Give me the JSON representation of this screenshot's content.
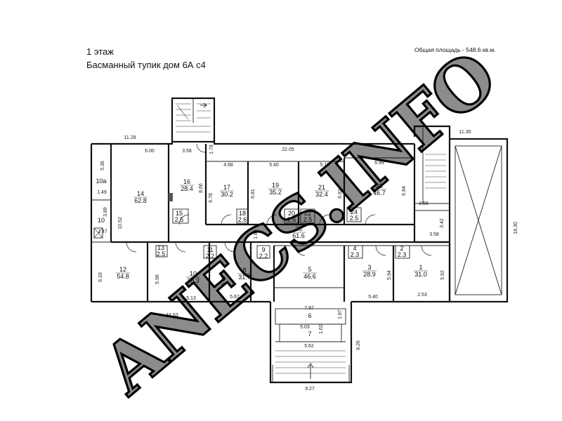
{
  "header": {
    "floor": "1 этаж",
    "address": "Басманный тупик дом 6А с4",
    "total_area": "Общая площадь - 548.6 кв.м."
  },
  "rooms": [
    {
      "id": "r14",
      "no": "14",
      "area": "62.8"
    },
    {
      "id": "r16",
      "no": "16",
      "area": "28.4"
    },
    {
      "id": "r15",
      "no": "15",
      "area": "2.5"
    },
    {
      "id": "r17",
      "no": "17",
      "area": "30.2"
    },
    {
      "id": "r18",
      "no": "18",
      "area": "2.6"
    },
    {
      "id": "r19",
      "no": "19",
      "area": "35.2"
    },
    {
      "id": "r20",
      "no": "20",
      "area": "2.6"
    },
    {
      "id": "r22",
      "no": "22",
      "area": "2.5"
    },
    {
      "id": "r21",
      "no": "21",
      "area": "32.4"
    },
    {
      "id": "r23",
      "no": "23",
      "area": "46.7"
    },
    {
      "id": "r24",
      "no": "24",
      "area": "2.5"
    },
    {
      "id": "r25",
      "no": "25",
      "area": "61.6"
    },
    {
      "id": "r10a",
      "no": "10а",
      "area": ""
    },
    {
      "id": "r10l",
      "no": "10",
      "area": ""
    },
    {
      "id": "r12",
      "no": "12",
      "area": "54.8"
    },
    {
      "id": "r13",
      "no": "13",
      "area": "2.5"
    },
    {
      "id": "r11",
      "no": "11",
      "area": "2.2"
    },
    {
      "id": "r10",
      "no": "10",
      "area": "28.3"
    },
    {
      "id": "r8",
      "no": "8",
      "area": "31.7"
    },
    {
      "id": "r9",
      "no": "9",
      "area": "2.2"
    },
    {
      "id": "r5",
      "no": "5",
      "area": "46.6"
    },
    {
      "id": "r4",
      "no": "4",
      "area": "2.3"
    },
    {
      "id": "r3",
      "no": "3",
      "area": "28.9"
    },
    {
      "id": "r2",
      "no": "2",
      "area": "2.3"
    },
    {
      "id": "r1",
      "no": "1",
      "area": "31.0"
    },
    {
      "id": "r6",
      "no": "6",
      "area": ""
    },
    {
      "id": "r7",
      "no": "7",
      "area": ""
    }
  ],
  "dimensions": [
    "11.28",
    "6.00",
    "3.58",
    "1.78",
    "22.05",
    "4.68",
    "5.40",
    "5.11",
    "6.99",
    "11.30",
    "5.36",
    "1.49",
    "3.89",
    "1.47",
    "10.52",
    "8.66",
    "6.78",
    "6.81",
    "6.82",
    "6.84",
    "3.58",
    "3.42",
    "1.83",
    "3.58",
    "18.30",
    "6.33",
    "5.96",
    "6.00",
    "5.94",
    "5.92",
    "5.40",
    "2.53",
    "5.13",
    "5.67",
    "44.63",
    "7.97",
    "1.87",
    "5.03",
    "1.62",
    "5.62",
    "8.26",
    "9.27"
  ],
  "watermark": "ANECS.INFO",
  "colors": {
    "line": "#111111",
    "background": "#ffffff",
    "watermark": "#000000"
  }
}
